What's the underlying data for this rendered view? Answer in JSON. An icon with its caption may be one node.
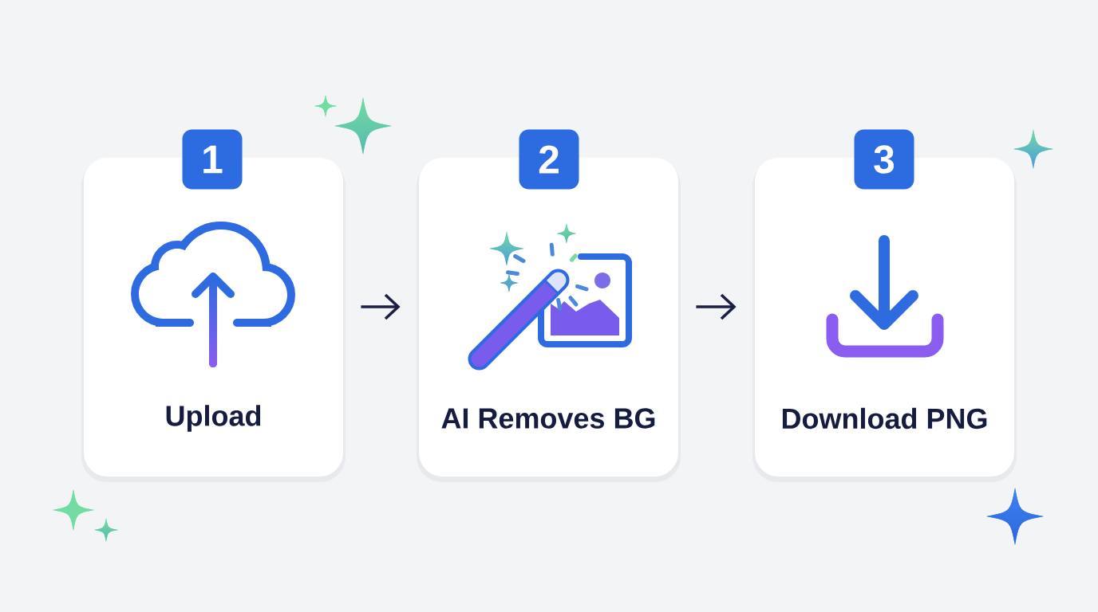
{
  "diagram": {
    "nodes": [
      {
        "text": [
          "1"
        ]
      },
      {
        "text": [
          "Upload"
        ]
      },
      {
        "text": [
          "2"
        ]
      },
      {
        "text": [
          "AI Removes BG"
        ]
      },
      {
        "text": [
          "3"
        ]
      },
      {
        "text": [
          "Download PNG"
        ]
      }
    ],
    "edges": [
      {
        "from": 1,
        "to": 3,
        "arrow": "to"
      },
      {
        "from": 3,
        "to": 5,
        "arrow": "to"
      }
    ]
  }
}
